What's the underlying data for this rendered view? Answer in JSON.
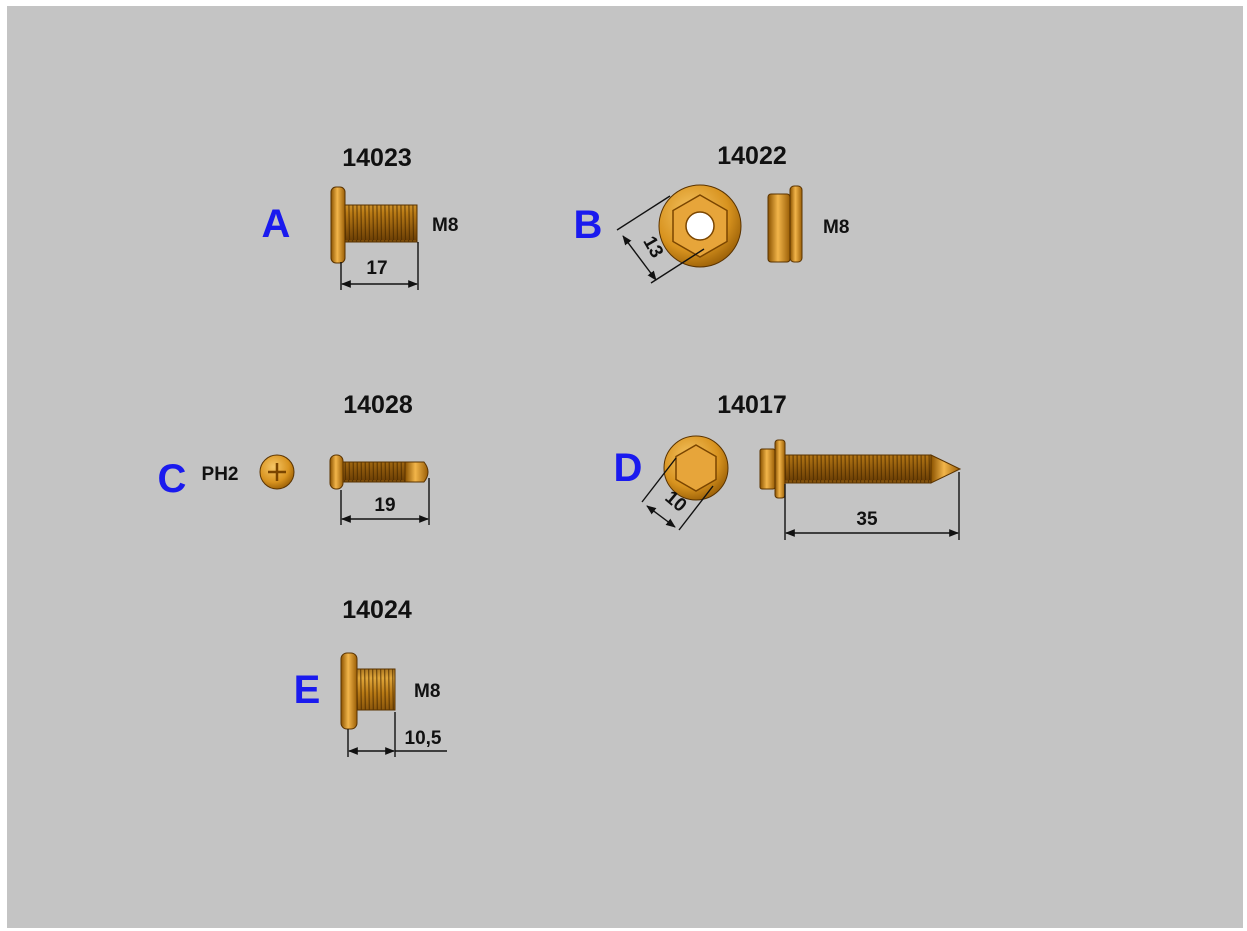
{
  "colors": {
    "background": "#c4c4c4",
    "frame": "#ffffff",
    "part_body": "#d8931f",
    "part_highlight": "#f6c666",
    "part_shadow": "#8a5200",
    "letter": "#1a1aee",
    "text": "#111111"
  },
  "parts": [
    {
      "letter": "A",
      "part_number": "14023",
      "thread": "M8",
      "length": "17",
      "kind": "flange bolt"
    },
    {
      "letter": "B",
      "part_number": "14022",
      "thread": "M8",
      "across_flats": "13",
      "kind": "flange nut"
    },
    {
      "letter": "C",
      "part_number": "14028",
      "drive": "PH2",
      "length": "19",
      "kind": "phillips screw"
    },
    {
      "letter": "D",
      "part_number": "14017",
      "across_flats": "10",
      "length": "35",
      "kind": "hex flange self-tapping screw"
    },
    {
      "letter": "E",
      "part_number": "14024",
      "thread": "M8",
      "length": "10,5",
      "kind": "short flange bolt"
    }
  ]
}
